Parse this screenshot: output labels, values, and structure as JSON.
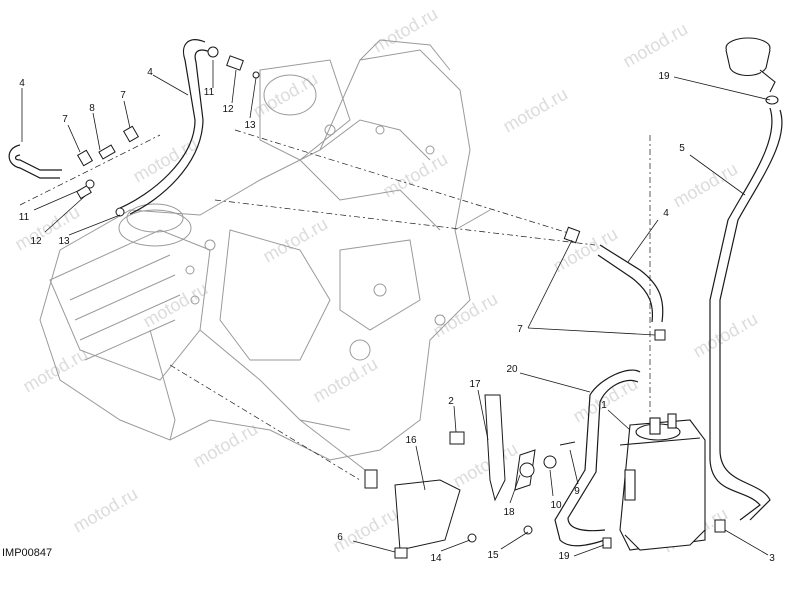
{
  "watermark": "motod.ru",
  "drawing_ref": "IMP00847",
  "callouts": {
    "c1": "1",
    "c2": "2",
    "c3": "3",
    "c4a": "4",
    "c4b": "4",
    "c4c": "4",
    "c5": "5",
    "c6": "6",
    "c7a": "7",
    "c7b": "7",
    "c7c": "7",
    "c8": "8",
    "c9": "9",
    "c10": "10",
    "c11a": "11",
    "c11b": "11",
    "c12a": "12",
    "c12b": "12",
    "c13a": "13",
    "c13b": "13",
    "c14": "14",
    "c15": "15",
    "c16": "16",
    "c17": "17",
    "c18": "18",
    "c19a": "19",
    "c19b": "19",
    "c20": "20"
  },
  "colors": {
    "line": "#1a1a1a",
    "engine": "#9a9a9a",
    "watermark": "#dcdcdc"
  }
}
